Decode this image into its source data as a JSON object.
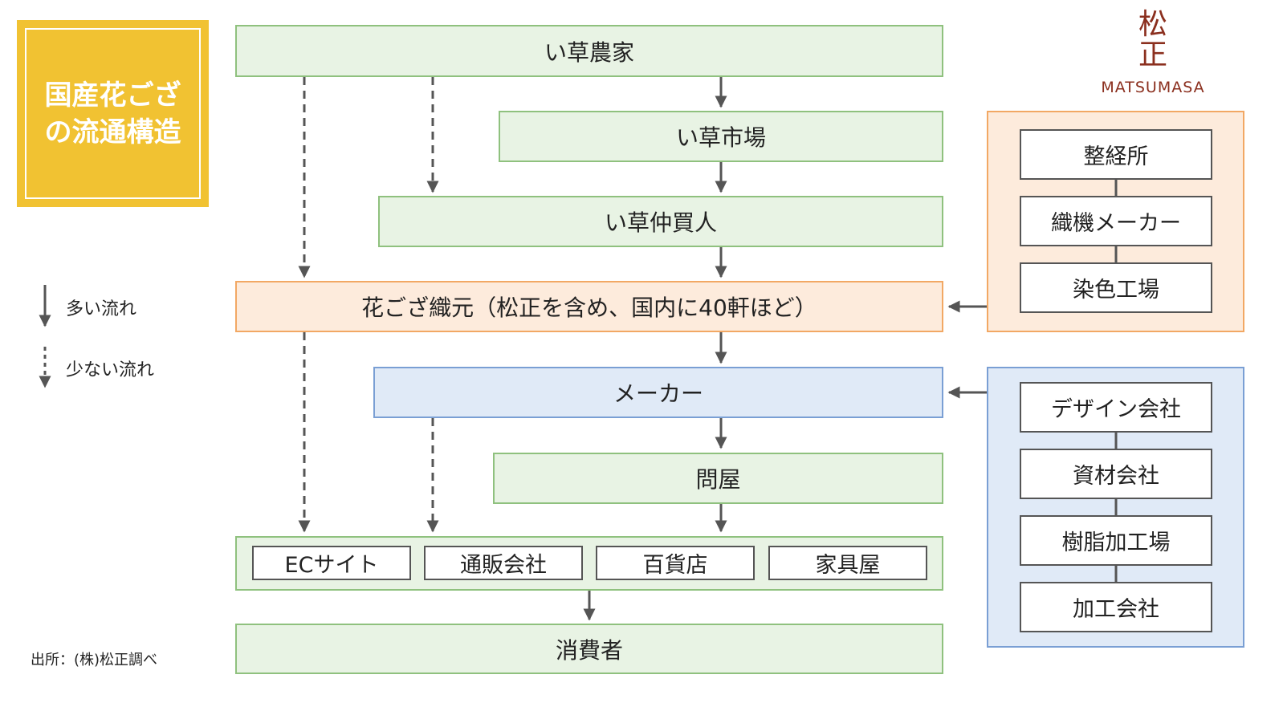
{
  "title": {
    "line1": "国産花ござ",
    "line2": "の流通構造"
  },
  "logo": {
    "kanji_top": "松",
    "kanji_bottom": "正",
    "text": "MATSUMASA"
  },
  "legend": {
    "solid": "多い流れ",
    "dashed": "少ない流れ"
  },
  "nodes": {
    "farmer": "い草農家",
    "market": "い草市場",
    "broker": "い草仲買人",
    "weaver": "花ござ織元（松正を含め、国内に40軒ほど）",
    "maker": "メーカー",
    "wholesaler": "問屋",
    "consumer": "消費者"
  },
  "retail": [
    "ECサイト",
    "通販会社",
    "百貨店",
    "家具屋"
  ],
  "supply_weaver": [
    "整経所",
    "織機メーカー",
    "染色工場"
  ],
  "supply_maker": [
    "デザイン会社",
    "資材会社",
    "樹脂加工場",
    "加工会社"
  ],
  "source": "出所：(株)松正調べ",
  "colors": {
    "title_bg": "#f1c232",
    "green_fill": "#e8f3e4",
    "orange_fill": "#fdebdc",
    "blue_fill": "#e0eaf7",
    "arrow": "#555555",
    "logo": "#8b2f1e"
  }
}
